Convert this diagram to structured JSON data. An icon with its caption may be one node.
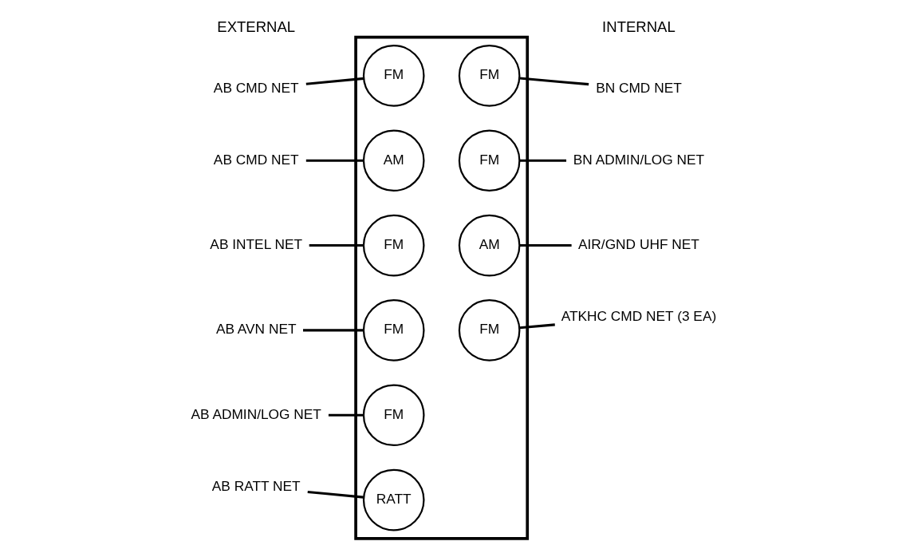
{
  "diagram": {
    "nodes": [
      {
        "text": [],
        "shape": "box"
      },
      {
        "text": [
          "AB CMD NET"
        ]
      },
      {
        "text": [
          "FM"
        ],
        "in": 0
      },
      {
        "text": [
          "FM"
        ],
        "in": 0
      },
      {
        "text": [
          "BN CMD NET"
        ]
      },
      {
        "text": [
          "AB CMD NET"
        ]
      },
      {
        "text": [
          "AM"
        ],
        "in": 0
      },
      {
        "text": [
          "FM"
        ],
        "in": 0
      },
      {
        "text": [
          "BN ADMIN/LOG NET"
        ]
      },
      {
        "text": [
          "AB INTEL NET"
        ]
      },
      {
        "text": [
          "FM"
        ],
        "in": 0
      },
      {
        "text": [
          "AM"
        ],
        "in": 0
      },
      {
        "text": [
          "AIR/GND UHF NET"
        ]
      },
      {
        "text": [
          "AB AVN NET"
        ]
      },
      {
        "text": [
          "FM"
        ],
        "in": 0
      },
      {
        "text": [
          "FM"
        ],
        "in": 0
      },
      {
        "text": [
          "ATKHC CMD NET (3 EA)"
        ]
      },
      {
        "text": [
          "AB ADMIN/LOG NET"
        ]
      },
      {
        "text": [
          "FM"
        ],
        "in": 0
      },
      {
        "text": [
          "AB RATT NET"
        ]
      },
      {
        "text": [
          "RATT"
        ],
        "in": 0
      }
    ],
    "edges": [
      {
        "from": 1,
        "to": 2,
        "arrow": "none"
      },
      {
        "from": 3,
        "to": 4,
        "arrow": "none"
      },
      {
        "from": 5,
        "to": 6,
        "arrow": "none"
      },
      {
        "from": 7,
        "to": 8,
        "arrow": "none"
      },
      {
        "from": 9,
        "to": 10,
        "arrow": "none"
      },
      {
        "from": 11,
        "to": 12,
        "arrow": "none"
      },
      {
        "from": 13,
        "to": 14,
        "arrow": "none"
      },
      {
        "from": 15,
        "to": 16,
        "arrow": "none"
      },
      {
        "from": 17,
        "to": 18,
        "arrow": "none"
      },
      {
        "from": 19,
        "to": 20,
        "arrow": "none"
      }
    ],
    "labels": [
      "EXTERNAL",
      "INTERNAL"
    ]
  }
}
